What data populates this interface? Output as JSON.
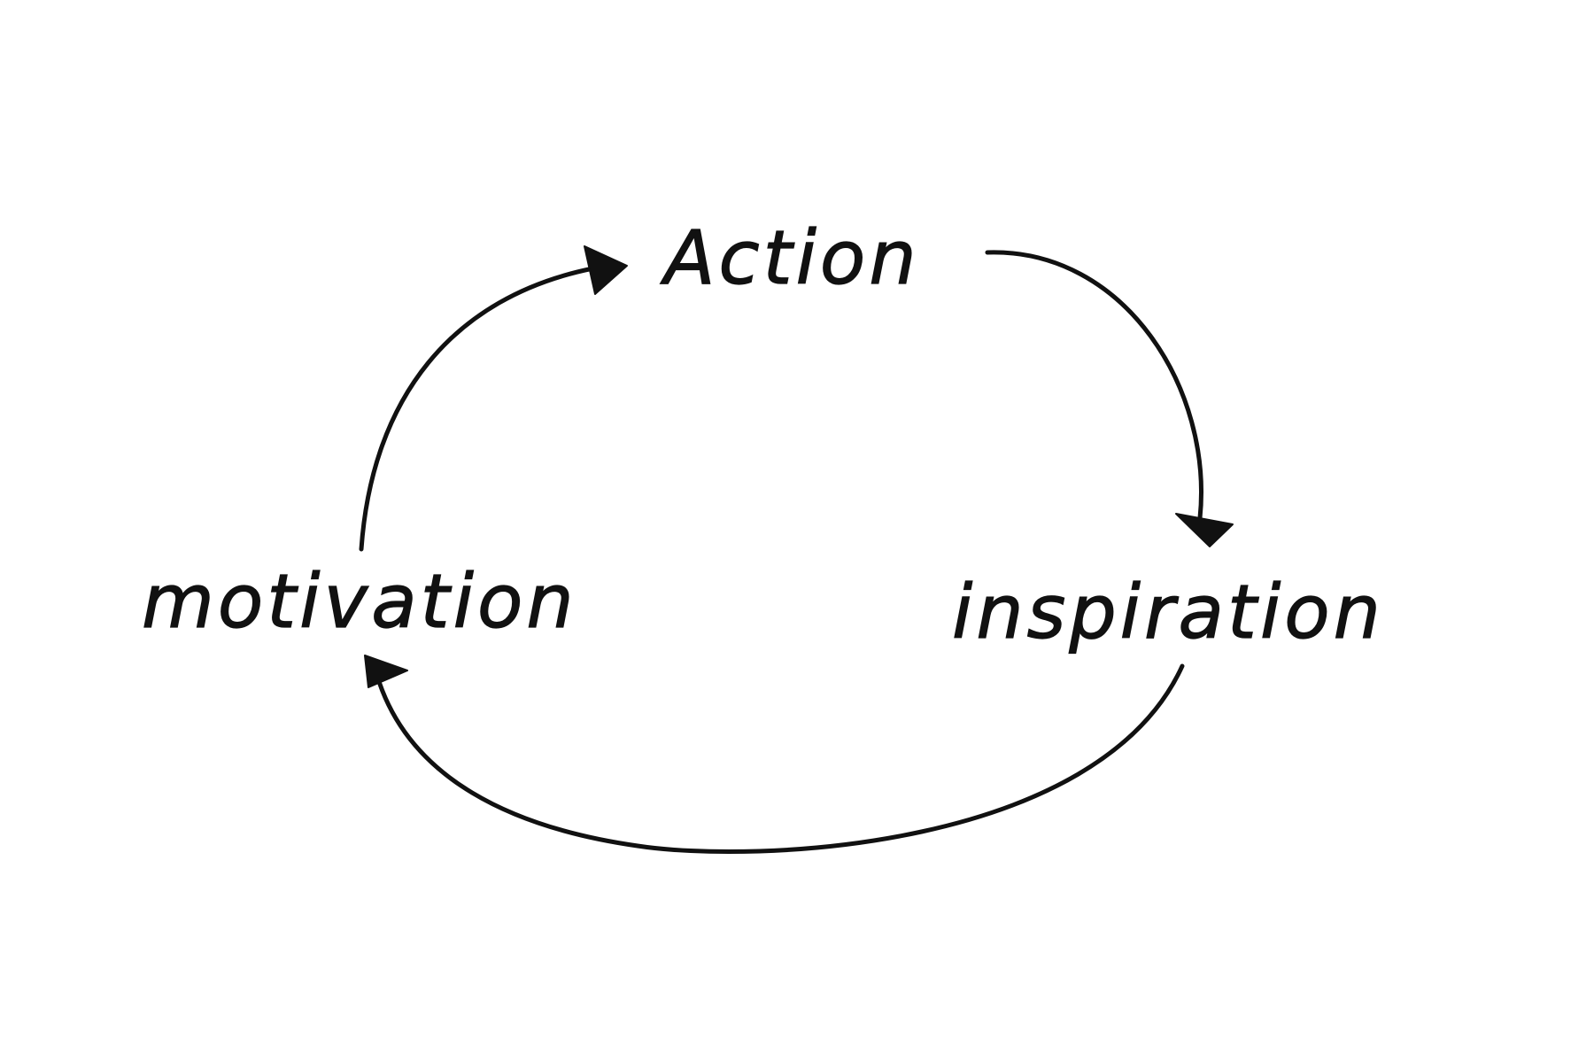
{
  "diagram": {
    "type": "cycle",
    "nodes": [
      {
        "id": "action",
        "label": "Action"
      },
      {
        "id": "inspiration",
        "label": "inspiration"
      },
      {
        "id": "motivation",
        "label": "motivation"
      }
    ],
    "edges": [
      {
        "from": "action",
        "to": "inspiration"
      },
      {
        "from": "inspiration",
        "to": "motivation"
      },
      {
        "from": "motivation",
        "to": "action"
      }
    ],
    "colors": {
      "background": "#ffffff",
      "ink": "#111111"
    }
  }
}
